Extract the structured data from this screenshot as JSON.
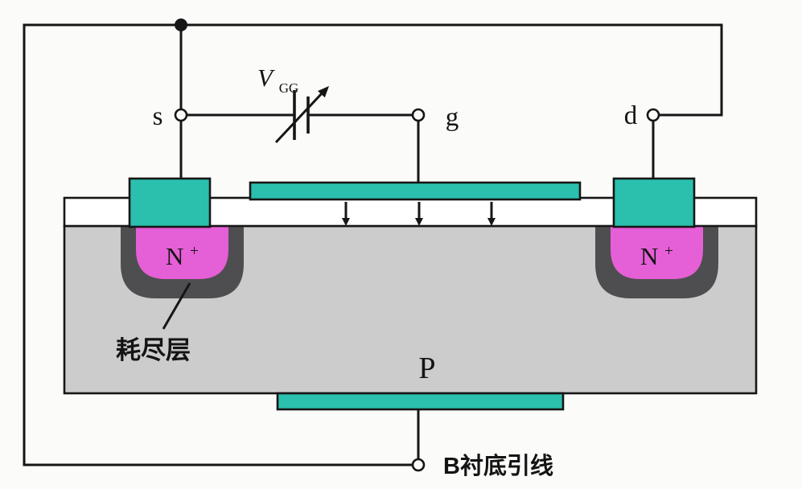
{
  "terminals": {
    "source": "s",
    "gate": "g",
    "drain": "d"
  },
  "voltage_source": {
    "symbol": "V",
    "subscript": "GG"
  },
  "regions": {
    "n_plus_left": "N",
    "n_plus_left_sup": "+",
    "n_plus_right": "N",
    "n_plus_right_sup": "+",
    "substrate": "P"
  },
  "annotations": {
    "depletion_layer": "耗尽层",
    "substrate_lead": "B衬底引线"
  },
  "colors": {
    "contact": "#2bbfae",
    "n_region": "#e55fd6",
    "depletion": "#4e4e50",
    "substrate": "#cccccc",
    "wire": "#161616",
    "background": "#fbfbf9"
  }
}
